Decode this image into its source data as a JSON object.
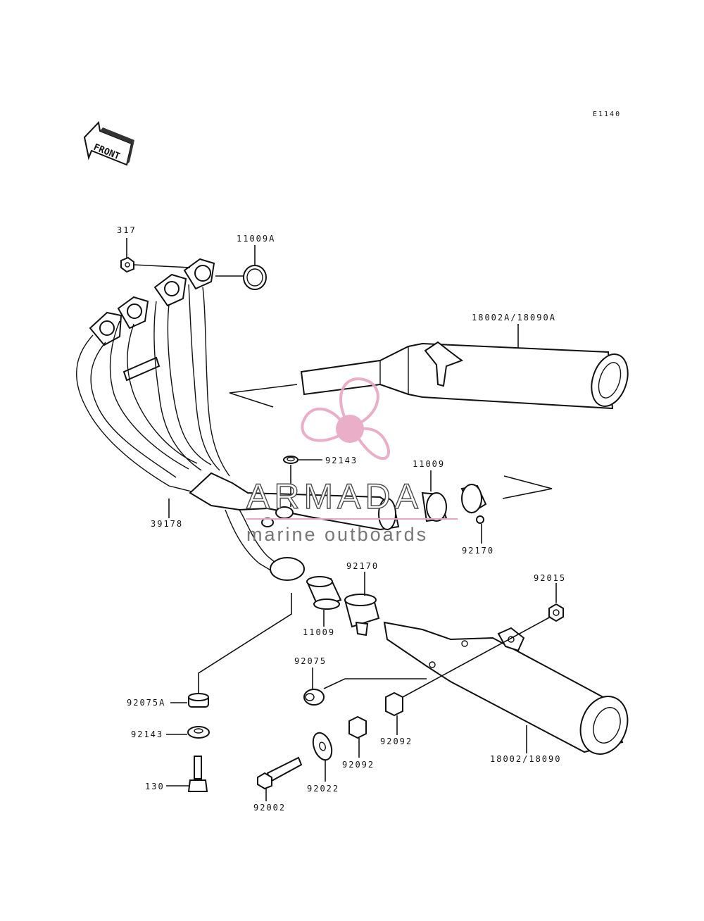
{
  "diagram": {
    "code": "E1140",
    "direction_label": "FRONT"
  },
  "parts": [
    {
      "id": "p317",
      "label": "317"
    },
    {
      "id": "p11009a",
      "label": "11009A"
    },
    {
      "id": "p18002a",
      "label": "18002A/18090A"
    },
    {
      "id": "p92143a",
      "label": "92143"
    },
    {
      "id": "p11009top",
      "label": "11009"
    },
    {
      "id": "p39178",
      "label": "39178"
    },
    {
      "id": "p92170top",
      "label": "92170"
    },
    {
      "id": "p92170mid",
      "label": "92170"
    },
    {
      "id": "p11009mid",
      "label": "11009"
    },
    {
      "id": "p92015",
      "label": "92015"
    },
    {
      "id": "p92075",
      "label": "92075"
    },
    {
      "id": "p92075a",
      "label": "92075A"
    },
    {
      "id": "p92143b",
      "label": "92143"
    },
    {
      "id": "p130",
      "label": "130"
    },
    {
      "id": "p92092a",
      "label": "92092"
    },
    {
      "id": "p92092b",
      "label": "92092"
    },
    {
      "id": "p92022",
      "label": "92022"
    },
    {
      "id": "p92002",
      "label": "92002"
    },
    {
      "id": "p18002",
      "label": "18002/18090"
    }
  ],
  "watermark": {
    "title": "ARMADA",
    "subtitle": "marine outboards",
    "color": "#e8a6c3"
  }
}
